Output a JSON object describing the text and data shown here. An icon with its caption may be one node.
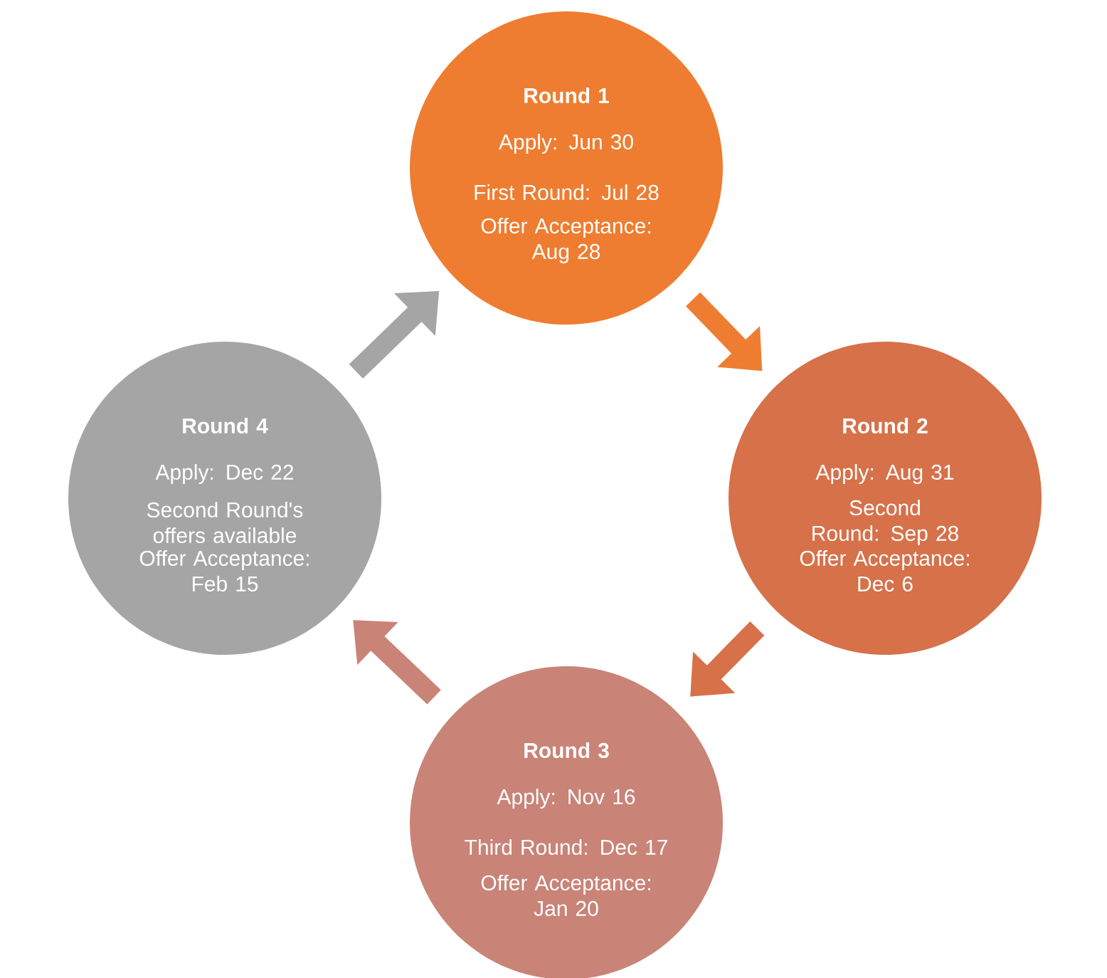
{
  "diagram": {
    "nodes": [
      {
        "text": [
          "Round 1",
          "Apply: Jun 30",
          "First Round: Jul 28",
          "Offer Acceptance: Aug 28"
        ]
      },
      {
        "text": [
          "Round 2",
          "Apply: Aug 31",
          "Second Round: Sep 28",
          "Offer Acceptance: Dec 6"
        ]
      },
      {
        "text": [
          "Round 3",
          "Apply: Nov 16",
          "Third Round: Dec 17",
          "Offer Acceptance: Jan 20"
        ]
      },
      {
        "text": [
          "Round 4",
          "Apply: Dec 22",
          "Second Round's offers available",
          "Offer Acceptance: Feb 15"
        ]
      }
    ],
    "edges": [
      {
        "from": 0,
        "to": 1,
        "arrow": "to",
        "color": "#ee7d31"
      },
      {
        "from": 1,
        "to": 2,
        "arrow": "to",
        "color": "#d6714a"
      },
      {
        "from": 2,
        "to": 3,
        "arrow": "to",
        "color": "#c98377"
      },
      {
        "from": 3,
        "to": 0,
        "arrow": "to",
        "color": "#a5a5a5"
      }
    ]
  }
}
